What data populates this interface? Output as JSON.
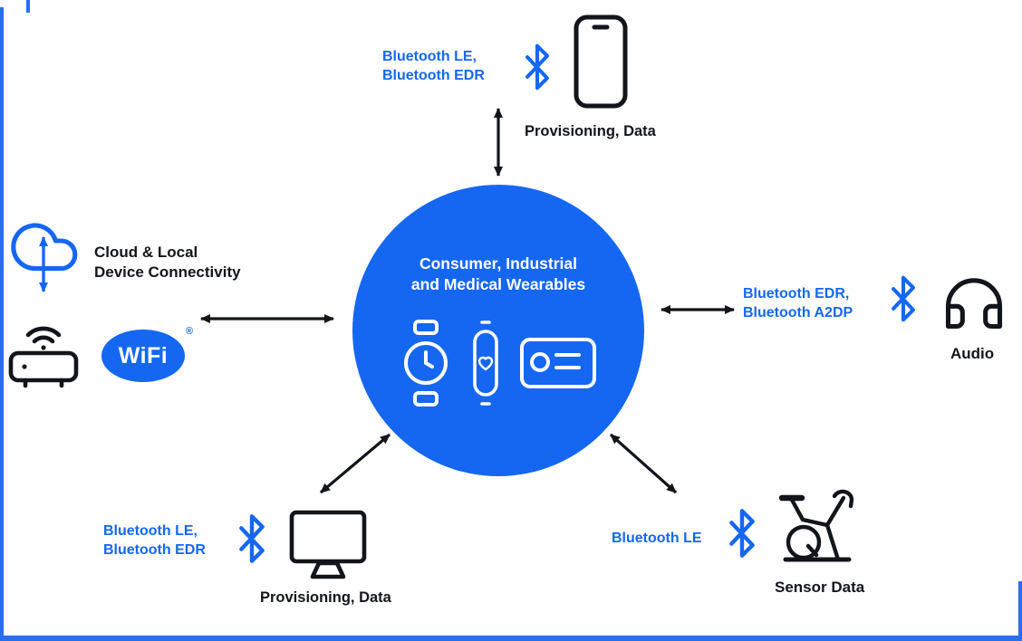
{
  "colors": {
    "blue": "#1567f2",
    "ink": "#12151a",
    "background": "#ffffff"
  },
  "center": {
    "title": "Consumer, Industrial\nand Medical Wearables"
  },
  "nodes": {
    "top": {
      "protocols": "Bluetooth LE,\nBluetooth EDR",
      "caption": "Provisioning, Data"
    },
    "left": {
      "title": "Cloud & Local\nDevice Connectivity",
      "wifi_text": "WiFi",
      "wifi_reg": "®"
    },
    "right": {
      "protocols": "Bluetooth EDR,\nBluetooth A2DP",
      "caption": "Audio"
    },
    "bottom_left": {
      "protocols": "Bluetooth LE,\nBluetooth EDR",
      "caption": "Provisioning, Data"
    },
    "bottom_right": {
      "protocols": "Bluetooth LE",
      "caption": "Sensor Data"
    }
  },
  "icons": [
    "smartphone-icon",
    "bluetooth-icon",
    "cloud-sync-icon",
    "wifi-router-icon",
    "wifi-logo",
    "headphones-icon",
    "desktop-computer-icon",
    "exercise-bike-icon",
    "smartwatch-icon",
    "fitness-band-icon",
    "id-card-icon",
    "double-arrow"
  ]
}
